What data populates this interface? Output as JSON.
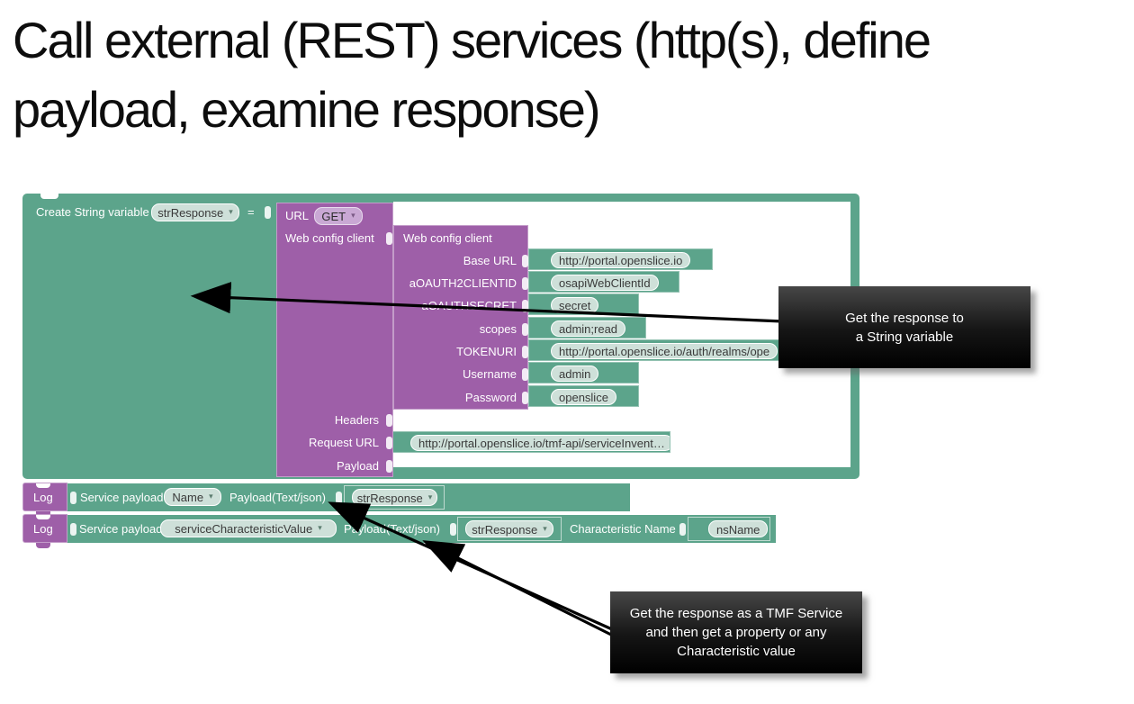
{
  "title_lines": [
    "Call external (REST) services (http(s), define",
    "payload, examine response)"
  ],
  "icons": {
    "dropdown_arrow": "▾"
  },
  "colors": {
    "teal": "#5ca48b",
    "teal_chip": "#cee0d9",
    "purple": "#9e5fa8",
    "purple_chip": "#c9a8d4",
    "chip_text": "#3a3a3a",
    "block_text": "#ffffff",
    "arrow": "#000000",
    "callout_top": "#474747",
    "callout_bottom": "#000000"
  },
  "workspace": {
    "create_block": {
      "label": "Create String variable",
      "variable_value": "strResponse",
      "operator": "="
    },
    "url_block": {
      "title": "URL",
      "method_value": "GET",
      "client_input_label": "Web config client",
      "headers_input_label": "Headers",
      "request_url_input_label": "Request URL",
      "payload_input_label": "Payload",
      "request_url_value": "http://portal.openslice.io/tmf-api/serviceInvent…"
    },
    "web_config_block": {
      "title": "Web config client",
      "fields": [
        {
          "label": "Base URL",
          "value": "http://portal.openslice.io"
        },
        {
          "label": "aOAUTH2CLIENTID",
          "value": "osapiWebClientId"
        },
        {
          "label": "aOAUTHSECRET",
          "value": "secret"
        },
        {
          "label": "scopes",
          "value": "admin;read"
        },
        {
          "label": "TOKENURI",
          "value": "http://portal.openslice.io/auth/realms/ope"
        },
        {
          "label": "Username",
          "value": "admin"
        },
        {
          "label": "Password",
          "value": "openslice"
        }
      ]
    },
    "log_rows": [
      {
        "log_label": "Log",
        "service_payload_label": "Service payload",
        "name_value": "Name",
        "payload_label": "Payload(Text/json)",
        "payload_value": "strResponse"
      },
      {
        "log_label": "Log",
        "service_payload_label": "Service payload",
        "name_value": "serviceCharacteristicValue",
        "payload_label": "Payload(Text/json)",
        "payload_value": "strResponse",
        "characteristic_label": "Characteristic Name",
        "characteristic_value": "nsName"
      }
    ]
  },
  "callouts": [
    {
      "lines": [
        "Get the response to",
        "a String variable"
      ]
    },
    {
      "lines": [
        "Get the response as a TMF Service",
        "and then get a property or any",
        "Characteristic value"
      ]
    }
  ]
}
